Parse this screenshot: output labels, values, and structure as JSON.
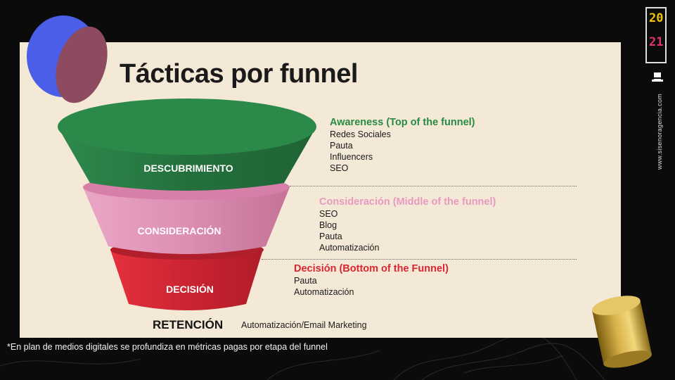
{
  "title": "Tácticas por funnel",
  "brand": {
    "url": "www.sisenoragencia.com",
    "year_top": "20",
    "year_bottom": "21"
  },
  "stages": [
    {
      "label": "DESCUBRIMIENTO",
      "color": "#2f8a4e"
    },
    {
      "label": "CONSIDERACIÓN",
      "color": "#e394b8"
    },
    {
      "label": "DECISIÓN",
      "color": "#d62a36"
    }
  ],
  "sections": [
    {
      "heading": "Awareness (Top of the funnel)",
      "heading_color": "#2a8a45",
      "items": [
        "Redes Sociales",
        "Pauta",
        "Influencers",
        "SEO"
      ]
    },
    {
      "heading": "Consideración (Middle of the funnel)",
      "heading_color": "#e79ac0",
      "items": [
        "SEO",
        "Blog",
        "Pauta",
        "Automatización"
      ]
    },
    {
      "heading": "Decisión (Bottom of the Funnel)",
      "heading_color": "#d92632",
      "items": [
        "Pauta",
        "Automatización"
      ]
    }
  ],
  "retention": {
    "label": "RETENCIÓN",
    "items": "Automatización/Email Marketing"
  },
  "footnote": "*En plan de medios digitales se profundiza en métricas pagas por etapa del funnel",
  "icons": [
    "top-hat-icon",
    "blue-sphere-decoration",
    "gold-cylinder-decoration"
  ]
}
